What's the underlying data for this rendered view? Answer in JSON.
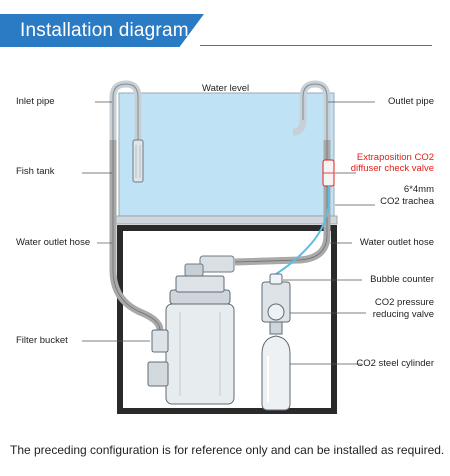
{
  "title": "Installation diagram",
  "labels": {
    "water_level": "Water level",
    "inlet_pipe": "Inlet pipe",
    "outlet_pipe": "Outlet pipe",
    "fish_tank": "Fish tank",
    "check_valve_line1": "Extraposition CO2",
    "check_valve_line2": "diffuser check valve",
    "trachea_line1": "6*4mm",
    "trachea_line2": "CO2 trachea",
    "water_outlet_hose_left": "Water outlet hose",
    "water_outlet_hose_right": "Water outlet hose",
    "bubble_counter": "Bubble counter",
    "pressure_valve_line1": "CO2 pressure",
    "pressure_valve_line2": "reducing valve",
    "filter_bucket": "Filter bucket",
    "co2_cylinder": "CO2 steel cylinder"
  },
  "footer": "The preceding configuration is for reference only and can be installed as required.",
  "colors": {
    "accent": "#2b7bc4",
    "red_label": "#e0201a",
    "water": "#b9e0f4",
    "cabinet": "#2a2a2a",
    "hose": "#8e8e8e",
    "co2_tube": "#5bbde6"
  }
}
